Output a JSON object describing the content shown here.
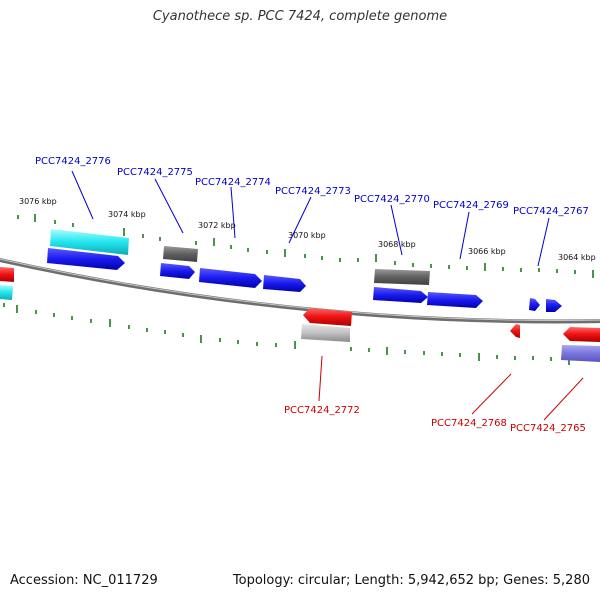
{
  "title": "Cyanothece sp. PCC 7424, complete genome",
  "footer": {
    "accession": "Accession: NC_011729",
    "topology": "Topology: circular; Length: 5,942,652 bp; Genes: 5,280"
  },
  "colors": {
    "forward_gene": "#1a1aee",
    "reverse_gene": "#ee1111",
    "forward_gene_label": "#0000cc",
    "reverse_gene_label": "#cc0000",
    "tick": "#1d7a1d",
    "backbone": "#777777"
  },
  "kbp_labels": [
    "3076 kbp",
    "3074 kbp",
    "3072 kbp",
    "3070 kbp",
    "3068 kbp",
    "3066 kbp",
    "3064 kbp"
  ],
  "forward_labels": [
    "PCC7424_2776",
    "PCC7424_2775",
    "PCC7424_2774",
    "PCC7424_2773",
    "PCC7424_2770",
    "PCC7424_2769",
    "PCC7424_2767"
  ],
  "reverse_labels": [
    "PCC7424_2772",
    "PCC7424_2768",
    "PCC7424_2765"
  ]
}
